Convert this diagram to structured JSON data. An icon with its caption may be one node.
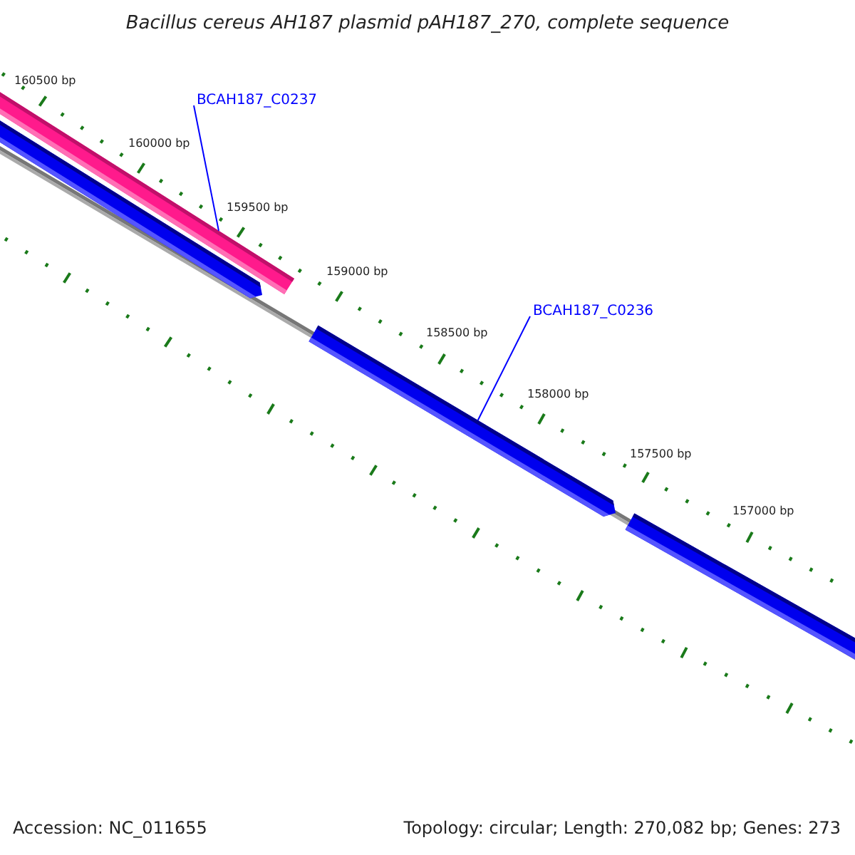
{
  "diagram": {
    "title": "Bacillus cereus AH187 plasmid pAH187_270, complete sequence",
    "nodes": [
      {
        "text": [
          "BCAH187_C0237"
        ]
      },
      {
        "text": [],
        "shape": "bar"
      },
      {
        "text": [],
        "shape": "bar"
      },
      {
        "text": [
          "BCAH187_C0236"
        ]
      },
      {
        "text": [],
        "shape": "bar"
      },
      {
        "text": [],
        "shape": "bar"
      }
    ],
    "edges": [
      {
        "from": 0,
        "to": 1,
        "arrow": "none"
      },
      {
        "from": 3,
        "to": 4,
        "arrow": "none"
      }
    ],
    "labels": [
      "160500 bp",
      "160000 bp",
      "159500 bp",
      "159000 bp",
      "158500 bp",
      "158000 bp",
      "157500 bp",
      "157000 bp",
      "Accession: NC_011655",
      "Topology: circular; Length: 270,082 bp; Genes: 273"
    ]
  }
}
